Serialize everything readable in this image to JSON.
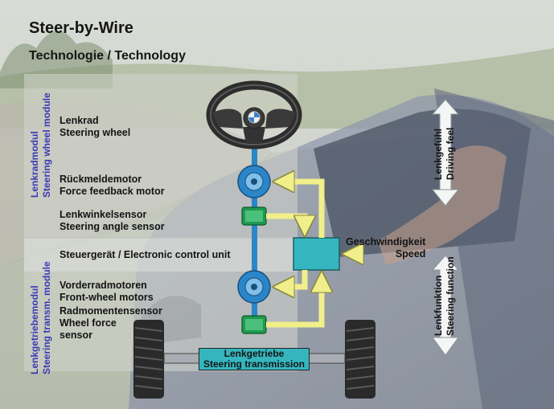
{
  "title": "Steer-by-Wire",
  "subtitle": "Technologie / Technology",
  "modules": {
    "steering_wheel_module": [
      "Lenkradmodul",
      "Steering wheel module"
    ],
    "steering_transmission_module": [
      "Lenkgetriebemodul",
      "Steering transm. module"
    ]
  },
  "components": {
    "steering_wheel": [
      "Lenkrad",
      "Steering wheel"
    ],
    "force_feedback_motor": [
      "Rückmeldemotor",
      "Force feedback motor"
    ],
    "steering_angle_sensor": [
      "Lenkwinkelsensor",
      "Steering angle sensor"
    ],
    "ecu": "Steuergerät / Electronic control unit",
    "front_wheel_motors": [
      "Vorderradmotoren",
      "Front-wheel motors"
    ],
    "wheel_force_sensor": [
      "Radmomentensensor",
      "Wheel force",
      "sensor"
    ]
  },
  "speed": [
    "Geschwindigkeit",
    "Speed"
  ],
  "transmission": [
    "Lenkgetriebe",
    "Steering transmission"
  ],
  "right_labels": {
    "driving_feel": [
      "Lenkgefühl",
      "Driving feel"
    ],
    "steering_function": [
      "Lenkfunktion",
      "Steering function"
    ]
  },
  "colors": {
    "module_text": "#3a3ab4",
    "component_blue": "#2a86c8",
    "sensor_green": "#1f9a50",
    "ecu_teal": "#35b6bf",
    "signal_yellow": "#f1ef8a"
  }
}
